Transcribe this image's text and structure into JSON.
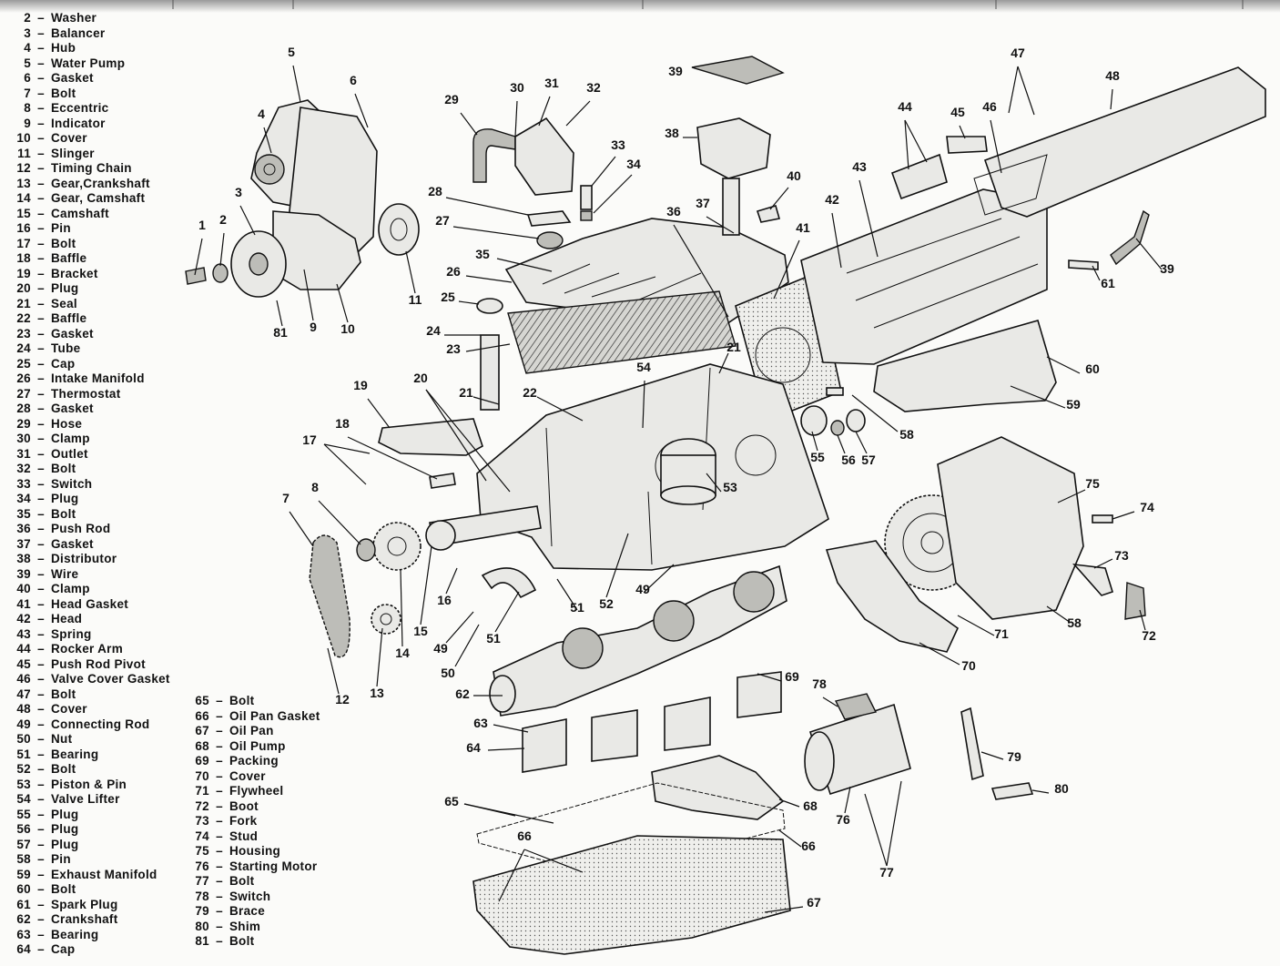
{
  "legend": {
    "column1": [
      {
        "num": "2",
        "name": "Washer"
      },
      {
        "num": "3",
        "name": "Balancer"
      },
      {
        "num": "4",
        "name": "Hub"
      },
      {
        "num": "5",
        "name": "Water Pump"
      },
      {
        "num": "6",
        "name": "Gasket"
      },
      {
        "num": "7",
        "name": "Bolt"
      },
      {
        "num": "8",
        "name": "Eccentric"
      },
      {
        "num": "9",
        "name": "Indicator"
      },
      {
        "num": "10",
        "name": "Cover"
      },
      {
        "num": "11",
        "name": "Slinger"
      },
      {
        "num": "12",
        "name": "Timing Chain"
      },
      {
        "num": "13",
        "name": "Gear,Crankshaft"
      },
      {
        "num": "14",
        "name": "Gear, Camshaft"
      },
      {
        "num": "15",
        "name": "Camshaft"
      },
      {
        "num": "16",
        "name": "Pin"
      },
      {
        "num": "17",
        "name": "Bolt"
      },
      {
        "num": "18",
        "name": "Baffle"
      },
      {
        "num": "19",
        "name": "Bracket"
      },
      {
        "num": "20",
        "name": "Plug"
      },
      {
        "num": "21",
        "name": "Seal"
      },
      {
        "num": "22",
        "name": "Baffle"
      },
      {
        "num": "23",
        "name": "Gasket"
      },
      {
        "num": "24",
        "name": "Tube"
      },
      {
        "num": "25",
        "name": "Cap"
      },
      {
        "num": "26",
        "name": "Intake Manifold"
      },
      {
        "num": "27",
        "name": "Thermostat"
      },
      {
        "num": "28",
        "name": "Gasket"
      },
      {
        "num": "29",
        "name": "Hose"
      },
      {
        "num": "30",
        "name": "Clamp"
      },
      {
        "num": "31",
        "name": "Outlet"
      },
      {
        "num": "32",
        "name": "Bolt"
      },
      {
        "num": "33",
        "name": "Switch"
      },
      {
        "num": "34",
        "name": "Plug"
      },
      {
        "num": "35",
        "name": "Bolt"
      },
      {
        "num": "36",
        "name": "Push Rod"
      },
      {
        "num": "37",
        "name": "Gasket"
      },
      {
        "num": "38",
        "name": "Distributor"
      },
      {
        "num": "39",
        "name": "Wire"
      },
      {
        "num": "40",
        "name": "Clamp"
      },
      {
        "num": "41",
        "name": "Head Gasket"
      },
      {
        "num": "42",
        "name": "Head"
      },
      {
        "num": "43",
        "name": "Spring"
      },
      {
        "num": "44",
        "name": "Rocker Arm"
      },
      {
        "num": "45",
        "name": "Push Rod Pivot"
      },
      {
        "num": "46",
        "name": "Valve Cover Gasket"
      },
      {
        "num": "47",
        "name": "Bolt"
      },
      {
        "num": "48",
        "name": "Cover"
      },
      {
        "num": "49",
        "name": "Connecting Rod"
      },
      {
        "num": "50",
        "name": "Nut"
      },
      {
        "num": "51",
        "name": "Bearing"
      },
      {
        "num": "52",
        "name": "Bolt"
      },
      {
        "num": "53",
        "name": "Piston & Pin"
      },
      {
        "num": "54",
        "name": "Valve Lifter"
      },
      {
        "num": "55",
        "name": "Plug"
      },
      {
        "num": "56",
        "name": "Plug"
      },
      {
        "num": "57",
        "name": "Plug"
      },
      {
        "num": "58",
        "name": "Pin"
      },
      {
        "num": "59",
        "name": "Exhaust Manifold"
      },
      {
        "num": "60",
        "name": "Bolt"
      },
      {
        "num": "61",
        "name": "Spark Plug"
      },
      {
        "num": "62",
        "name": "Crankshaft"
      },
      {
        "num": "63",
        "name": "Bearing"
      },
      {
        "num": "64",
        "name": "Cap"
      }
    ],
    "column2": [
      {
        "num": "65",
        "name": "Bolt"
      },
      {
        "num": "66",
        "name": "Oil Pan Gasket"
      },
      {
        "num": "67",
        "name": "Oil Pan"
      },
      {
        "num": "68",
        "name": "Oil Pump"
      },
      {
        "num": "69",
        "name": "Packing"
      },
      {
        "num": "70",
        "name": "Cover"
      },
      {
        "num": "71",
        "name": "Flywheel"
      },
      {
        "num": "72",
        "name": "Boot"
      },
      {
        "num": "73",
        "name": "Fork"
      },
      {
        "num": "74",
        "name": "Stud"
      },
      {
        "num": "75",
        "name": "Housing"
      },
      {
        "num": "76",
        "name": "Starting Motor"
      },
      {
        "num": "77",
        "name": "Bolt"
      },
      {
        "num": "78",
        "name": "Switch"
      },
      {
        "num": "79",
        "name": "Brace"
      },
      {
        "num": "80",
        "name": "Shim"
      },
      {
        "num": "81",
        "name": "Bolt"
      }
    ]
  },
  "callouts": [
    "1",
    "2",
    "3",
    "4",
    "5",
    "6",
    "7",
    "8",
    "9",
    "10",
    "11",
    "12",
    "13",
    "14",
    "15",
    "16",
    "17",
    "18",
    "19",
    "20",
    "21",
    "22",
    "23",
    "24",
    "25",
    "26",
    "27",
    "28",
    "29",
    "30",
    "31",
    "32",
    "33",
    "34",
    "35",
    "36",
    "37",
    "38",
    "39",
    "40",
    "41",
    "42",
    "43",
    "44",
    "45",
    "46",
    "47",
    "48",
    "49",
    "50",
    "51",
    "52",
    "53",
    "54",
    "55",
    "56",
    "57",
    "58",
    "59",
    "60",
    "61",
    "62",
    "63",
    "64",
    "65",
    "66",
    "67",
    "68",
    "69",
    "70",
    "71",
    "72",
    "73",
    "74",
    "75",
    "76",
    "77",
    "78",
    "79",
    "80",
    "81"
  ]
}
